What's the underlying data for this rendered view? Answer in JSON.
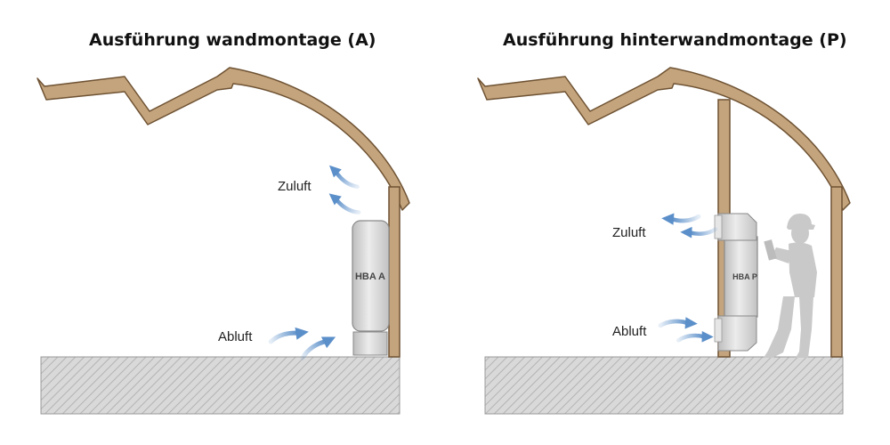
{
  "panels": {
    "left": {
      "title": "Ausführung wandmontage (A)",
      "unit_label": "HBA A",
      "supply_label": "Zuluft",
      "exhaust_label": "Abluft"
    },
    "right": {
      "title": "Ausführung hinterwandmontage (P)",
      "unit_label": "HBA P",
      "supply_label": "Zuluft",
      "exhaust_label": "Abluft"
    }
  },
  "colors": {
    "wood": "#c4a47c",
    "wood_stroke": "#6e5233",
    "floor": "#d9d9d9",
    "floor_hatch": "#b5b5b5",
    "unit_fill": "#d6d6d6",
    "unit_stroke": "#8a8a8a",
    "arrow": "#5b8fc9",
    "person": "#c8c8c8"
  },
  "icons": {
    "airflow": "airflow-arrow-icon",
    "worker": "worker-with-helmet-icon"
  }
}
